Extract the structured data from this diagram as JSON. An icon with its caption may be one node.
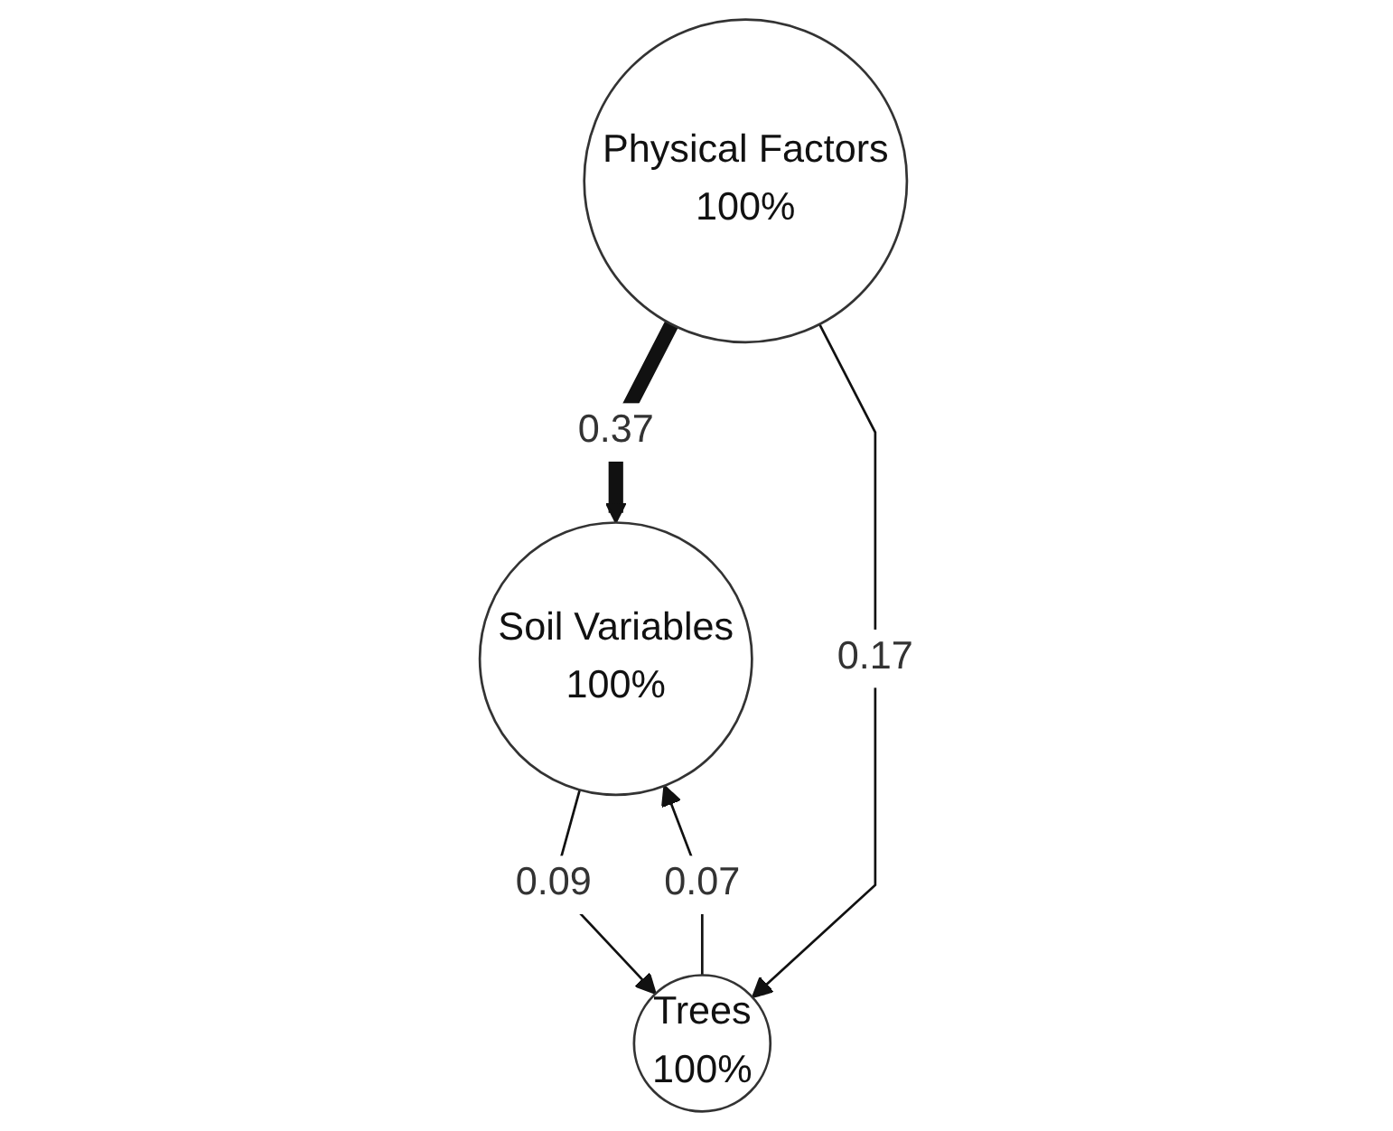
{
  "diagram": {
    "nodes": [
      {
        "text": [
          "Soil Variables",
          "100%"
        ]
      },
      {
        "text": [
          "Physical Factors",
          "100%"
        ]
      },
      {
        "text": [
          "Trees",
          "100%"
        ]
      }
    ],
    "edges": [
      {
        "from": 1,
        "to": 0,
        "arrow": "to",
        "label": "0.37",
        "style": "thick"
      },
      {
        "from": 0,
        "to": 2,
        "arrow": "to",
        "label": "0.09"
      },
      {
        "from": 2,
        "to": 0,
        "arrow": "to",
        "label": "0.07"
      },
      {
        "from": 1,
        "to": 2,
        "arrow": "to",
        "label": "0.17"
      }
    ]
  }
}
